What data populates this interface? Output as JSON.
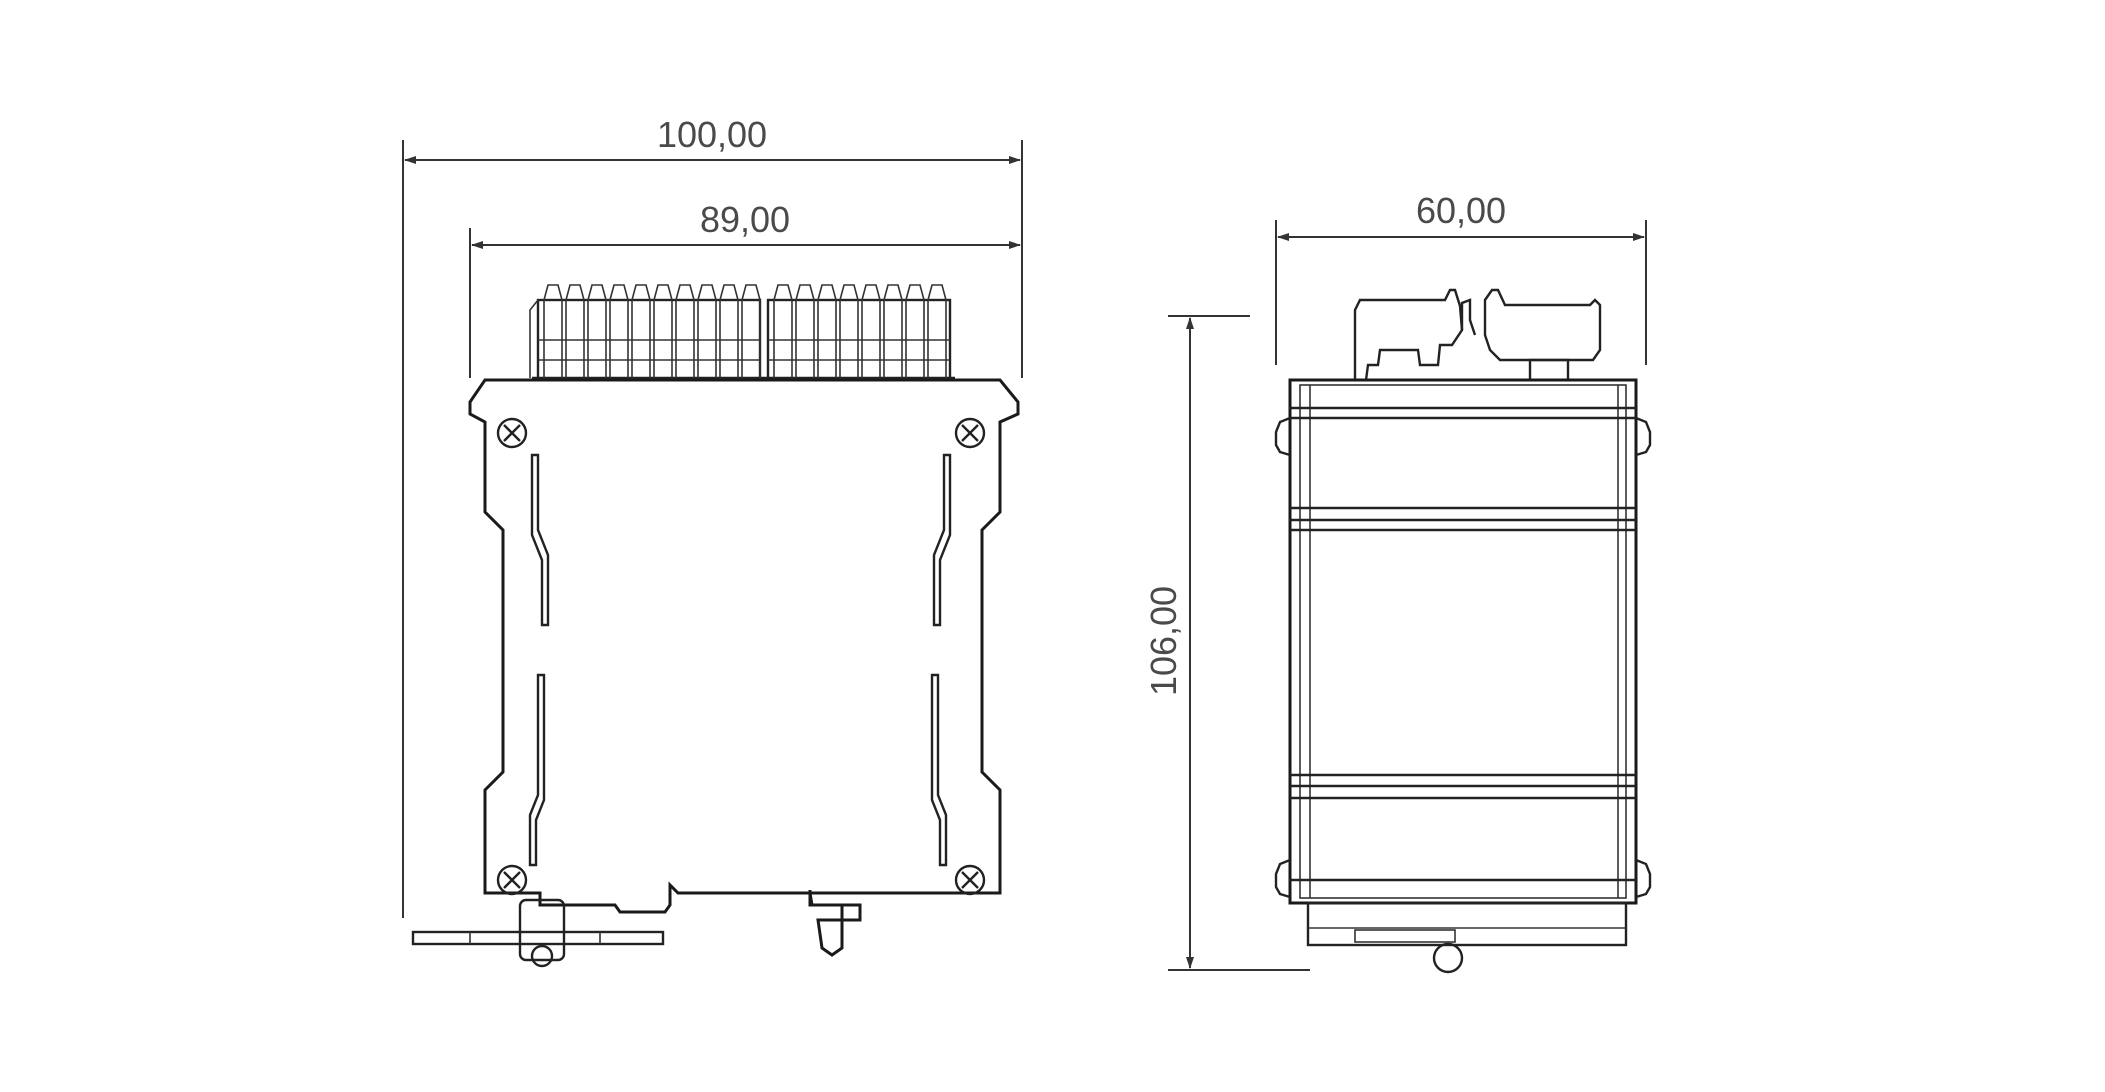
{
  "drawing": {
    "dimensions": {
      "front_overall_width": "100,00",
      "front_terminal_width": "89,00",
      "side_width": "60,00",
      "height": "106,00"
    },
    "colors": {
      "line": "#1a1a1a",
      "dimension_text": "#4a4a4a",
      "background": "#ffffff"
    }
  }
}
